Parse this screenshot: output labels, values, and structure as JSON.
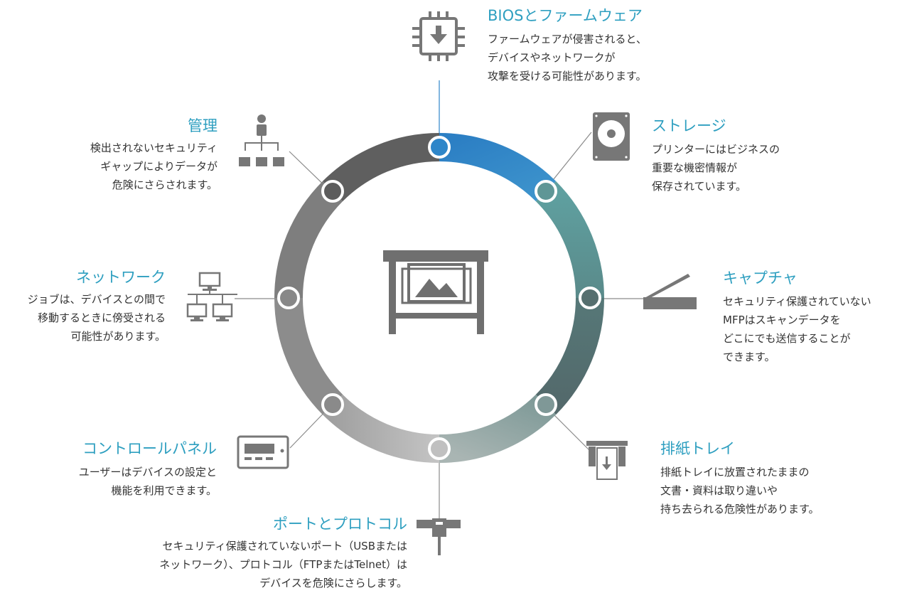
{
  "colors": {
    "accent": "#2e9fc0",
    "icon": "#777777",
    "ring_blue": "#2e86c9",
    "ring_teal": "#5c9696",
    "ring_dark": "#5a6d6e",
    "ring_light": "#bcbcbc",
    "ring_grey": "#8a8a8a",
    "ring_darkgrey": "#606060"
  },
  "center": {
    "icon": "large-format-printer-icon"
  },
  "items": {
    "bios": {
      "icon": "chip-firmware-icon",
      "title": "BIOSとファームウェア",
      "lines": [
        "ファームウェアが侵害されると、",
        "デバイスやネットワークが",
        "攻撃を受ける可能性があります。"
      ]
    },
    "storage": {
      "icon": "hard-disk-icon",
      "title": "ストレージ",
      "lines": [
        "プリンターにはビジネスの",
        "重要な機密情報が",
        "保存されています。"
      ]
    },
    "capture": {
      "icon": "scanner-icon",
      "title": "キャプチャ",
      "lines": [
        "セキュリティ保護されていない",
        "MFPはスキャンデータを",
        "どこにでも送信することが",
        "できます。"
      ]
    },
    "tray": {
      "icon": "output-tray-icon",
      "title": "排紙トレイ",
      "lines": [
        "排紙トレイに放置されたままの",
        "文書・資料は取り違いや",
        "持ち去られる危険性があります。"
      ]
    },
    "ports": {
      "icon": "usb-port-icon",
      "title": "ポートとプロトコル",
      "lines": [
        "セキュリティ保護されていないポート（USBまたは",
        "ネットワーク）、プロトコル（FTPまたはTelnet）は",
        "デバイスを危険にさらします。"
      ]
    },
    "control": {
      "icon": "control-panel-icon",
      "title": "コントロールパネル",
      "lines": [
        "ユーザーはデバイスの設定と",
        "機能を利用できます。"
      ]
    },
    "network": {
      "icon": "network-computers-icon",
      "title": "ネットワーク",
      "lines": [
        "ジョブは、デバイスとの間で",
        "移動するときに傍受される",
        "可能性があります。"
      ]
    },
    "management": {
      "icon": "org-chart-icon",
      "title": "管理",
      "lines": [
        "検出されないセキュリティ",
        "ギャップによりデータが",
        "危険にさらされます。"
      ]
    }
  }
}
